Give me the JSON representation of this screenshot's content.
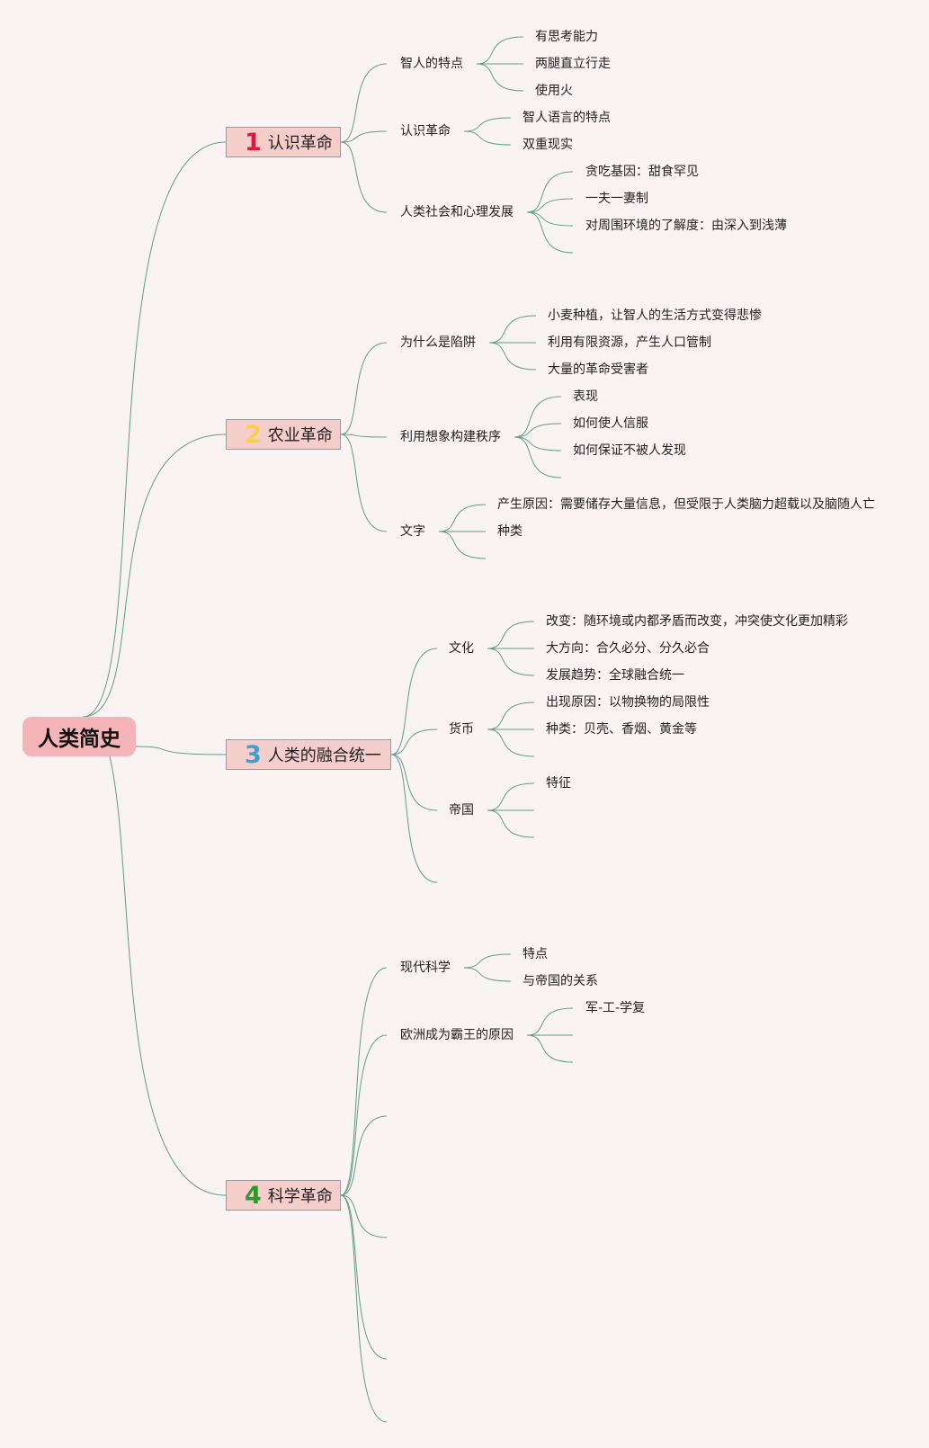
{
  "root": "人类简史",
  "colors": {
    "line": "#5f9e8c",
    "n1": "#d81b3b",
    "n2": "#f5d24a",
    "n3": "#3aa0d8",
    "n4": "#2e9a2e"
  },
  "branches": [
    {
      "num": "1",
      "label": "认识革命",
      "subs": [
        {
          "label": "智人的特点",
          "leaves": [
            "有思考能力",
            "两腿直立行走",
            "使用火"
          ]
        },
        {
          "label": "认识革命",
          "leaves": [
            "智人语言的特点",
            "双重现实"
          ]
        },
        {
          "label": "人类社会和心理发展",
          "leaves": [
            "贪吃基因：甜食罕见",
            "一夫一妻制",
            "对周围环境的了解度：由深入到浅薄"
          ]
        }
      ]
    },
    {
      "num": "2",
      "label": "农业革命",
      "subs": [
        {
          "label": "为什么是陷阱",
          "leaves": [
            "小麦种植，让智人的生活方式变得悲惨",
            "利用有限资源，产生人口管制",
            "大量的革命受害者"
          ]
        },
        {
          "label": "利用想象构建秩序",
          "leaves": [
            "表现",
            "如何使人信服",
            "如何保证不被人发现"
          ]
        },
        {
          "label": "文字",
          "leaves": [
            "产生原因：需要储存大量信息，但受限于人类脑力超载以及脑随人亡",
            "种类"
          ]
        }
      ]
    },
    {
      "num": "3",
      "label": "人类的融合统一",
      "subs": [
        {
          "label": "文化",
          "leaves": [
            "改变：随环境或内都矛盾而改变，冲突使文化更加精彩",
            "大方向：合久必分、分久必合",
            "发展趋势：全球融合统一"
          ]
        },
        {
          "label": "货币",
          "leaves": [
            "出现原因：以物换物的局限性",
            "种类：贝壳、香烟、黄金等"
          ]
        },
        {
          "label": "帝国",
          "leaves": [
            "特征"
          ]
        }
      ]
    },
    {
      "num": "4",
      "label": "科学革命",
      "subs": [
        {
          "label": "现代科学",
          "leaves": [
            "特点",
            "与帝国的关系"
          ]
        },
        {
          "label": "欧洲成为霸王的原因",
          "leaves": [
            "军-工-学复"
          ]
        }
      ]
    }
  ]
}
